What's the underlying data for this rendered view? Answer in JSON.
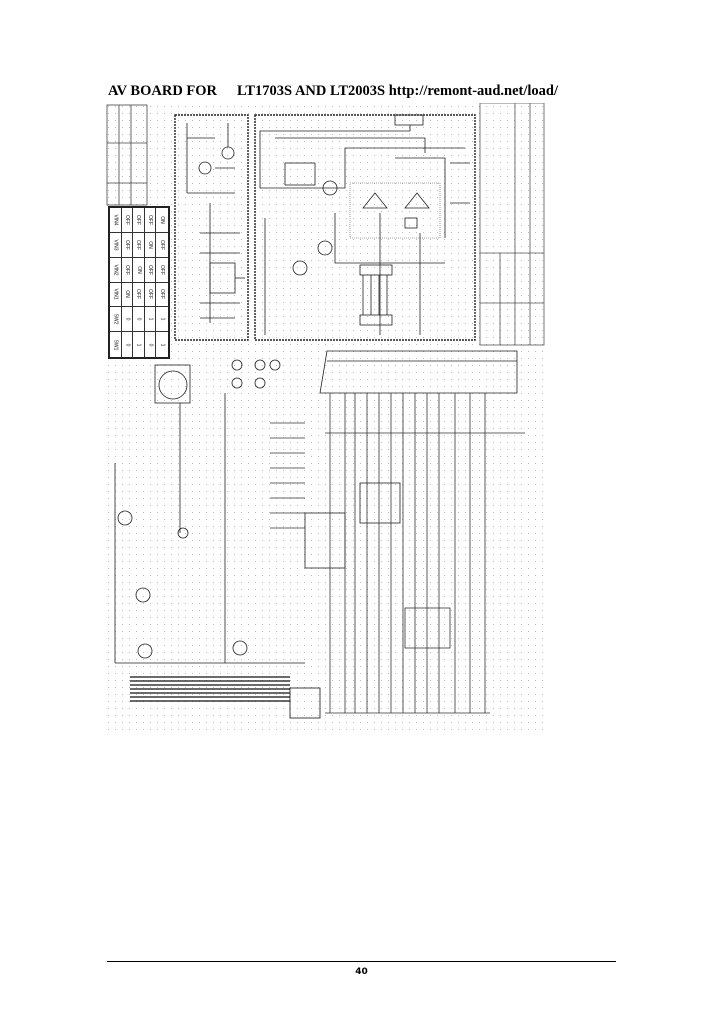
{
  "header": {
    "title": "AV BOARD FOR",
    "models": "LT1703S AND LT2003S",
    "url": "http://remont-aud.net/load/"
  },
  "switch_table": {
    "rows": [
      [
        "VIN4",
        "OFF",
        "OFF",
        "OFF",
        "ON"
      ],
      [
        "VIN3",
        "OFF",
        "OFF",
        "ON",
        "OFF"
      ],
      [
        "VIN2",
        "OFF",
        "ON",
        "OFF",
        "OFF"
      ],
      [
        "VIN1",
        "ON",
        "OFF",
        "OFF",
        "OFF"
      ],
      [
        "SW2",
        "0",
        "0",
        "1",
        "1"
      ],
      [
        "SW1",
        "0",
        "1",
        "0",
        "1"
      ]
    ]
  },
  "footer": {
    "page_number": "40"
  }
}
